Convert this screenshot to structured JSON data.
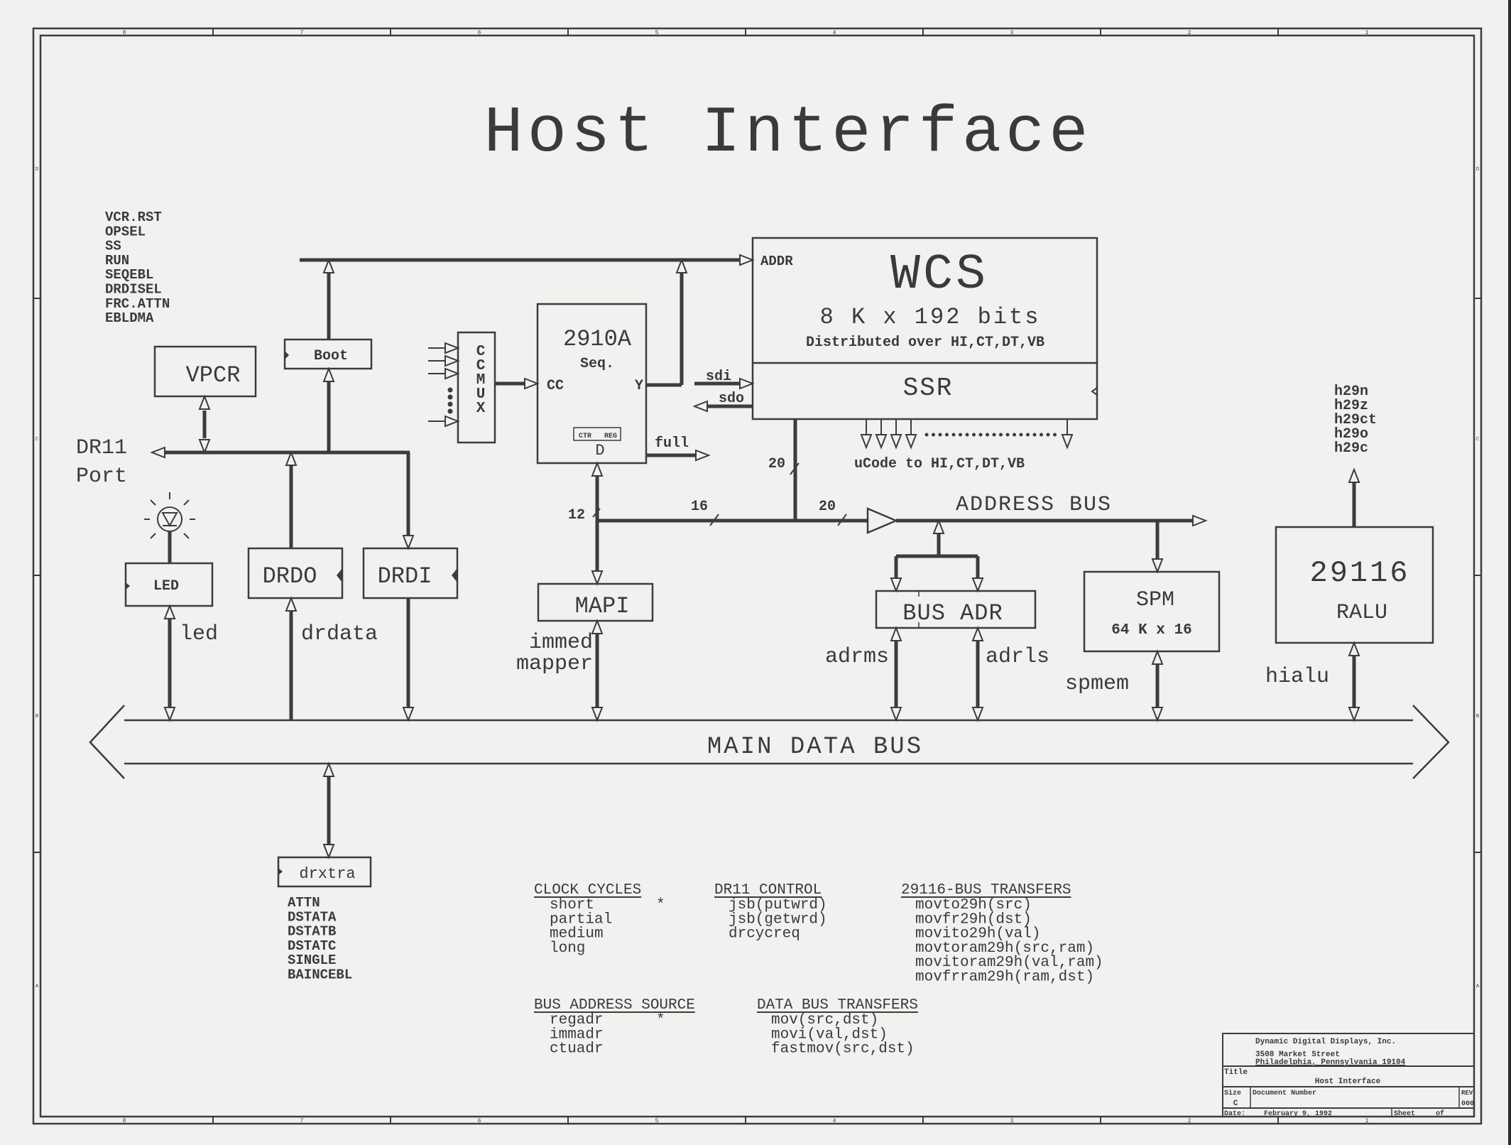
{
  "sheet": {
    "title": "Host Interface",
    "frame_zone_labels_top": [
      "8",
      "7",
      "6",
      "5",
      "4",
      "3",
      "2",
      "1"
    ],
    "frame_zone_labels_side": [
      "D",
      "C",
      "B",
      "A"
    ]
  },
  "control_signals": [
    "VCR.RST",
    "OPSEL",
    "SS",
    "RUN",
    "SEQEBL",
    "DRDISEL",
    "FRC.ATTN",
    "EBLDMA"
  ],
  "blocks": {
    "vpcr": "VPCR",
    "boot": "Boot",
    "ccmux": [
      "C",
      "C",
      "M",
      "U",
      "X"
    ],
    "sequencer": {
      "part": "2910A",
      "sub": "Seq.",
      "cc": "CC",
      "y": "Y",
      "ctr": "CTR",
      "reg": "REG",
      "d": "D"
    },
    "wcs": {
      "addr": "ADDR",
      "name": "WCS",
      "size": "8 K x 192 bits",
      "dist": "Distributed over HI,CT,DT,VB"
    },
    "ssr": "SSR",
    "led": "LED",
    "drdo": "DRDO",
    "drdi": "DRDI",
    "mapi": "MAPI",
    "bus_adr": "BUS ADR",
    "spm": {
      "name": "SPM",
      "size": "64 K x 16"
    },
    "ralu": {
      "part": "29116",
      "name": "RALU"
    },
    "drxtra": "drxtra"
  },
  "signals": {
    "dr11_port": [
      "DR11",
      "Port"
    ],
    "sdi": "sdi",
    "sdo": "sdo",
    "full": "full",
    "ucode": "uCode to HI,CT,DT,VB",
    "address_bus": "ADDRESS BUS",
    "main_data_bus": "MAIN DATA BUS",
    "led": "led",
    "drdata": "drdata",
    "immed_mapper": [
      "immed",
      "mapper"
    ],
    "adrms": "adrms",
    "adrls": "adrls",
    "spmem": "spmem",
    "hialu": "hialu",
    "bus_width_12": "12",
    "bus_width_16": "16",
    "bus_width_20a": "20",
    "bus_width_20b": "20",
    "ralu_flags": [
      "h29n",
      "h29z",
      "h29ct",
      "h29o",
      "h29c"
    ],
    "drxtra_signals": [
      "ATTN",
      "DSTATA",
      "DSTATB",
      "DSTATC",
      "SINGLE",
      "BAINCEBL"
    ]
  },
  "legend": {
    "clock_cycles": {
      "heading": "CLOCK CYCLES",
      "items": [
        "short",
        "partial",
        "medium",
        "long"
      ],
      "default_marker": "*",
      "default_index": 0
    },
    "dr11_control": {
      "heading": "DR11 CONTROL",
      "items": [
        "jsb(putwrd)",
        "jsb(getwrd)",
        "drcycreq"
      ]
    },
    "bus29116": {
      "heading": "29116-BUS TRANSFERS",
      "items": [
        "movto29h(src)",
        "movfr29h(dst)",
        "movito29h(val)",
        "movtoram29h(src,ram)",
        "movitoram29h(val,ram)",
        "movfrram29h(ram,dst)"
      ]
    },
    "bus_address_source": {
      "heading": "BUS ADDRESS SOURCE",
      "items": [
        "regadr",
        "immadr",
        "ctuadr"
      ],
      "default_marker": "*",
      "default_index": 0
    },
    "data_bus": {
      "heading": "DATA BUS TRANSFERS",
      "items": [
        "mov(src,dst)",
        "movi(val,dst)",
        "fastmov(src,dst)"
      ]
    }
  },
  "title_block": {
    "company": "Dynamic Digital Displays, Inc.",
    "street": "3508 Market Street",
    "city": "Philadelphia, Pennsylvania  19104",
    "title_label": "Title",
    "title": "Host Interface",
    "size_label": "Size",
    "size": "C",
    "docnum_label": "Document Number",
    "rev_label": "REV",
    "rev": "000",
    "date_label": "Date:",
    "date": "February  9, 1992",
    "sheet_label": "Sheet",
    "of_label": "of"
  }
}
